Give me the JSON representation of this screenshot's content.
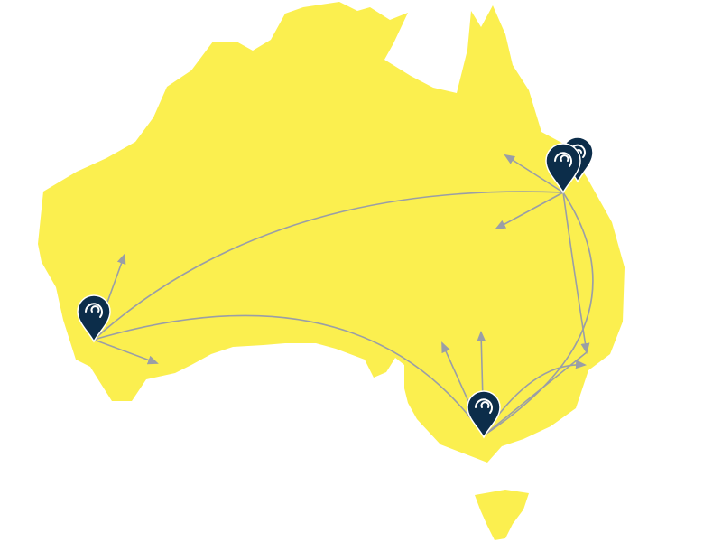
{
  "map": {
    "region": "Australia",
    "colors": {
      "land": "#fbef4f",
      "route": "#9a9ea6",
      "pin": "#0c2d4a",
      "pin_logo": "#ffffff",
      "background": "#ffffff"
    },
    "pin_icon": "location-pin-with-logo",
    "pins": [
      {
        "id": "perth",
        "icon": "map-pin-icon"
      },
      {
        "id": "brisbane",
        "icon": "map-pin-icon"
      },
      {
        "id": "brisbane-secondary",
        "icon": "map-pin-icon"
      },
      {
        "id": "melbourne",
        "icon": "map-pin-icon"
      }
    ],
    "routes": [
      {
        "from": "brisbane",
        "to": "perth",
        "shape": "curve"
      },
      {
        "from": "brisbane",
        "to": "central-west",
        "shape": "straight"
      },
      {
        "from": "brisbane",
        "to": "inland-south-west",
        "shape": "straight"
      },
      {
        "from": "brisbane",
        "to": "east-coast-south",
        "shape": "curve"
      },
      {
        "from": "brisbane",
        "to": "melbourne",
        "shape": "curve"
      },
      {
        "from": "perth",
        "to": "north-west",
        "shape": "straight"
      },
      {
        "from": "perth",
        "to": "south-east-wa",
        "shape": "straight"
      },
      {
        "from": "perth",
        "to": "melbourne",
        "shape": "curve"
      },
      {
        "from": "melbourne",
        "to": "north-west-sa",
        "shape": "straight"
      },
      {
        "from": "melbourne",
        "to": "north",
        "shape": "straight"
      },
      {
        "from": "melbourne",
        "to": "east-coast",
        "shape": "curve"
      }
    ]
  }
}
